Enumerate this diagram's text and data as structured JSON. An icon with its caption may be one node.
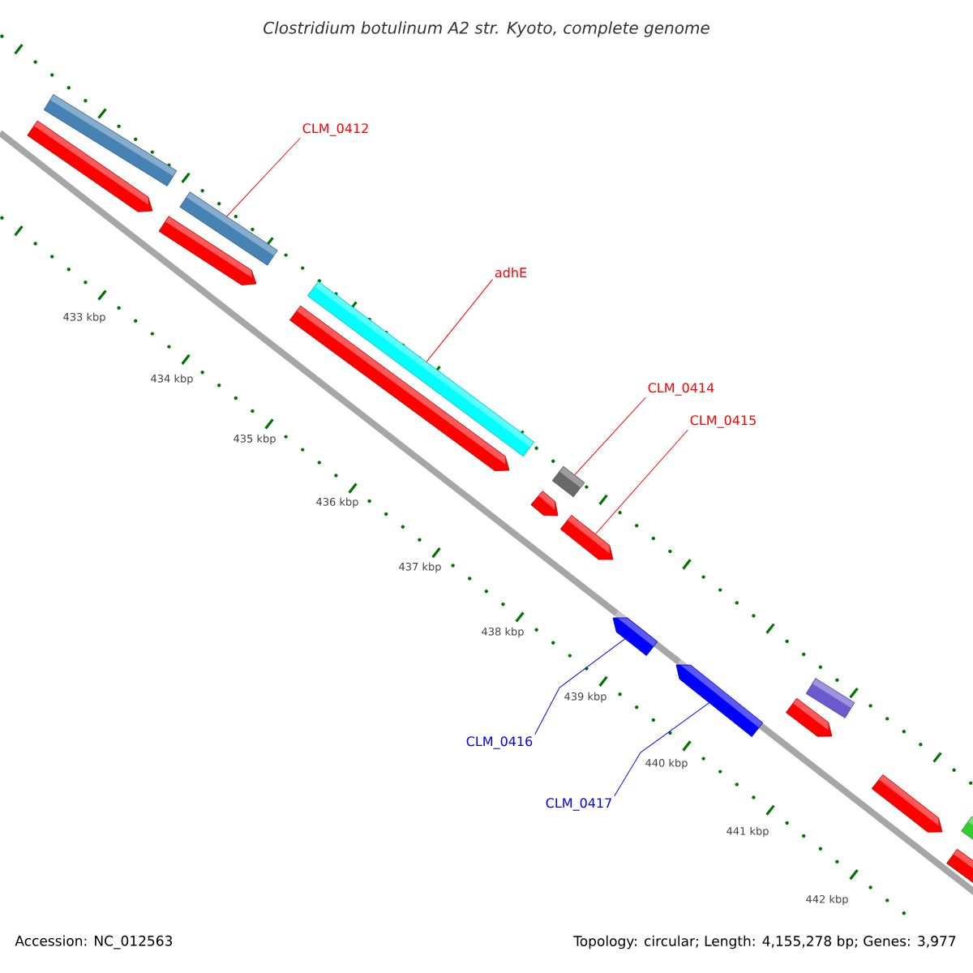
{
  "diagram": {
    "title": "Clostridium botulinum A2 str. Kyoto, complete genome",
    "nodes": [
      {
        "text": [
          "CLM_0412"
        ]
      },
      {
        "text": [
          "adhE"
        ]
      },
      {
        "text": [
          "CLM_0414"
        ]
      },
      {
        "text": [
          "CLM_0415"
        ]
      },
      {
        "text": [
          "CLM_0416"
        ]
      },
      {
        "text": [
          "CLM_0417"
        ]
      },
      {
        "text": [],
        "shape": "arrow"
      },
      {
        "text": [],
        "shape": "bar"
      },
      {
        "text": [],
        "shape": "arrow"
      },
      {
        "text": [],
        "shape": "bar"
      },
      {
        "text": [],
        "shape": "arrow"
      },
      {
        "text": [],
        "shape": "bar"
      },
      {
        "text": [],
        "shape": "arrow"
      },
      {
        "text": [],
        "shape": "bar"
      },
      {
        "text": [],
        "shape": "arrow"
      },
      {
        "text": [],
        "shape": "arrow"
      },
      {
        "text": [],
        "shape": "arrow"
      },
      {
        "text": [],
        "shape": "arrow"
      },
      {
        "text": [],
        "shape": "bar"
      },
      {
        "text": [],
        "shape": "arrow"
      },
      {
        "text": [],
        "shape": "arrow"
      },
      {
        "text": [],
        "shape": "bar"
      }
    ],
    "edges": [
      {
        "from": 0,
        "to": 9,
        "arrow": "none"
      },
      {
        "from": 1,
        "to": 11,
        "arrow": "none"
      },
      {
        "from": 2,
        "to": 13,
        "arrow": "none"
      },
      {
        "from": 3,
        "to": 14,
        "arrow": "none"
      },
      {
        "from": 4,
        "to": 15,
        "arrow": "none",
        "color": "#0000ff"
      },
      {
        "from": 5,
        "to": 16,
        "arrow": "none",
        "color": "#0000ff"
      }
    ],
    "labels": [
      "433 kbp",
      "434 kbp",
      "435 kbp",
      "436 kbp",
      "437 kbp",
      "438 kbp",
      "439 kbp",
      "440 kbp",
      "441 kbp",
      "442 kbp",
      "Accession: NC_012563",
      "Topology: circular; Length: 4,155,278 bp; Genes: 3,977"
    ]
  }
}
